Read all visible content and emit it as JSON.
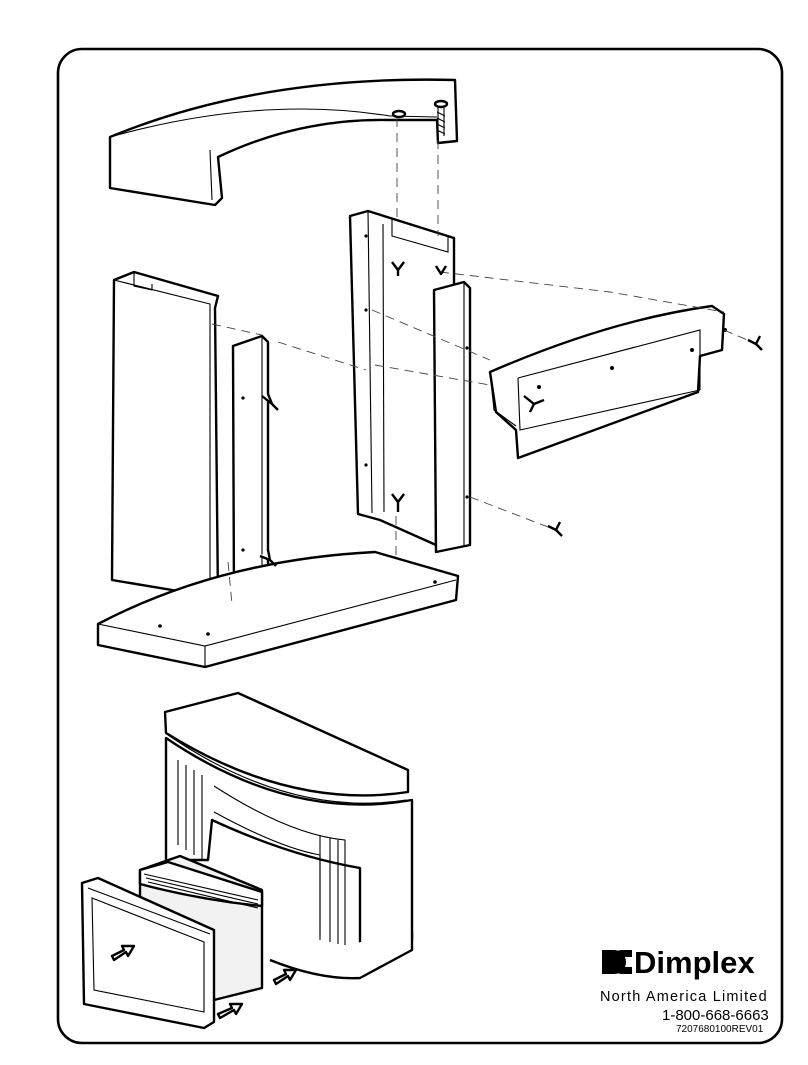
{
  "brand": {
    "logo_name": "dimplex-logo",
    "name": "Dimplex",
    "company": "North America Limited",
    "phone": "1-800-668-6663",
    "doc_code": "7207680100REV01"
  },
  "colors": {
    "ink": "#000000",
    "paper": "#ffffff"
  },
  "icons": [
    "wing-nut-icon",
    "arrow-icon",
    "dimplex-logo-mark"
  ]
}
